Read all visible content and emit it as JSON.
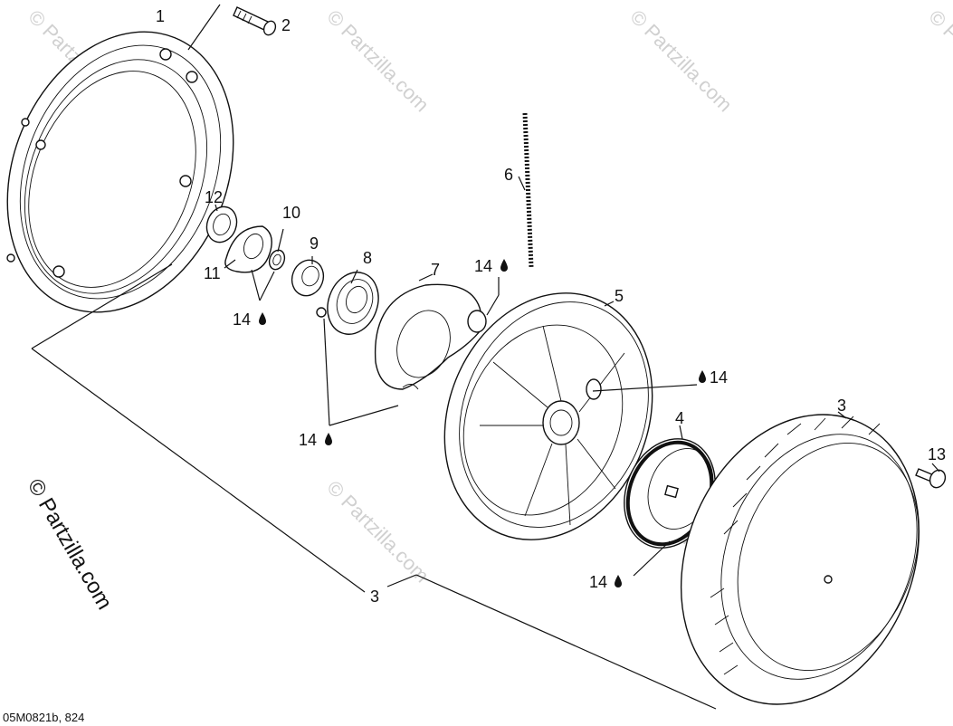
{
  "diagram": {
    "reference": "05M0821b, 824",
    "watermark_text": "© Partzilla.com",
    "side_watermark_text": "© Partzilla.com",
    "callouts": {
      "p1": "1",
      "p2": "2",
      "p3_top": "3",
      "p3_bottom": "3",
      "p4": "4",
      "p5": "5",
      "p6": "6",
      "p7": "7",
      "p8": "8",
      "p9": "9",
      "p10": "10",
      "p11": "11",
      "p12": "12",
      "p13": "13",
      "p14_a": "14",
      "p14_b": "14",
      "p14_c": "14",
      "p14_d": "14",
      "p14_e": "14"
    },
    "colors": {
      "line": "#111111",
      "watermark": "#d0d0d0",
      "background": "#ffffff"
    },
    "icons": [
      "oil-drop-icon"
    ]
  }
}
